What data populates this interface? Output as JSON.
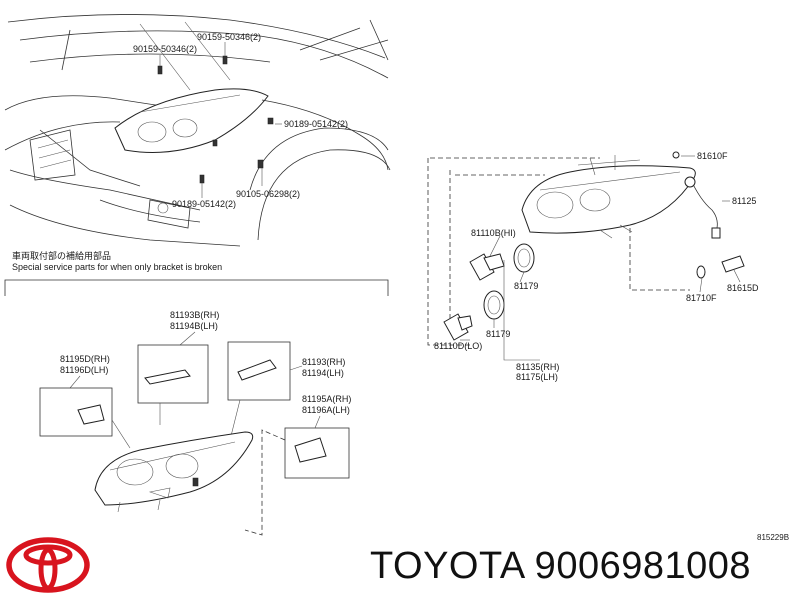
{
  "top_callouts": {
    "c1": "90159-50346(2)",
    "c2": "90159-50346(2)",
    "c3": "90189-05142(2)",
    "c4": "90105-06298(2)",
    "c5": "90189-05142(2)"
  },
  "special_note": {
    "jp": "車両取付部の補給用部品",
    "en": "Special service parts for when only bracket is broken"
  },
  "bracket_labels": {
    "b1_rh": "81193B(RH)",
    "b1_lh": "81194B(LH)",
    "b2_rh": "81195D(RH)",
    "b2_lh": "81196D(LH)",
    "b3_rh": "81193(RH)",
    "b3_lh": "81194(LH)",
    "b4_rh": "81195A(RH)",
    "b4_lh": "81196A(LH)"
  },
  "right_labels": {
    "l_81610F": "81610F",
    "l_81125": "81125",
    "l_81110B": "81110B(HI)",
    "l_81179a": "81179",
    "l_81179b": "81179",
    "l_81110D": "81110D(LO)",
    "l_81135": "81135(RH)",
    "l_81175": "81175(LH)",
    "l_81615D": "81615D",
    "l_81710F": "81710F"
  },
  "diagram_code": "815229B",
  "brand": {
    "logo": "toyota-logo",
    "text": "TOYOTA 9006981008"
  }
}
